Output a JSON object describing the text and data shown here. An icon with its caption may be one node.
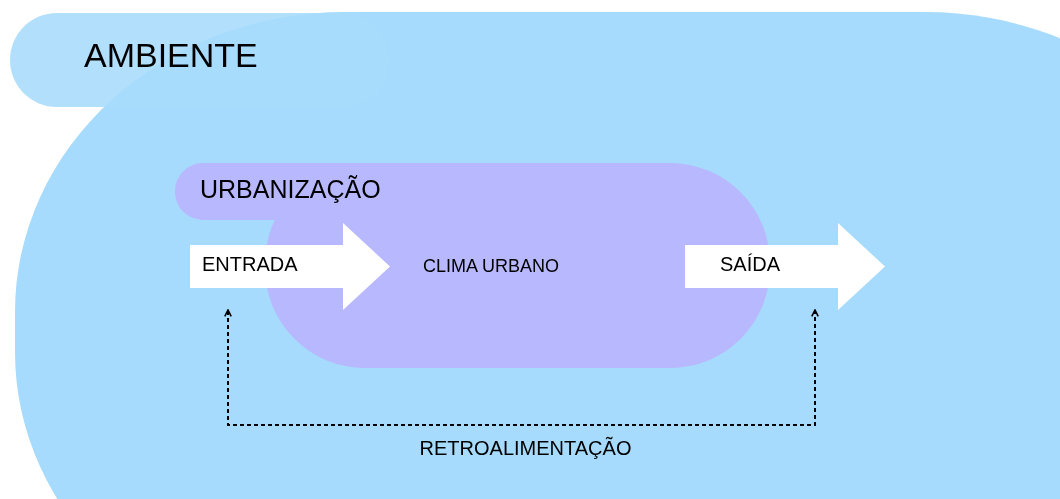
{
  "diagram": {
    "nodes": [
      {
        "text": [
          "AMBIENTE"
        ]
      },
      {
        "text": [
          "URBANIZAÇÃO",
          "CLIMA URBANO"
        ],
        "in": 0
      },
      {
        "text": [
          "ENTRADA"
        ],
        "in": 0
      },
      {
        "text": [
          "SAÍDA"
        ],
        "in": 0
      }
    ],
    "edges": [
      {
        "from": 3,
        "to": 2,
        "arrow": "both",
        "style": "dashed",
        "label": "RETROALIMENTAÇÃO"
      }
    ]
  }
}
